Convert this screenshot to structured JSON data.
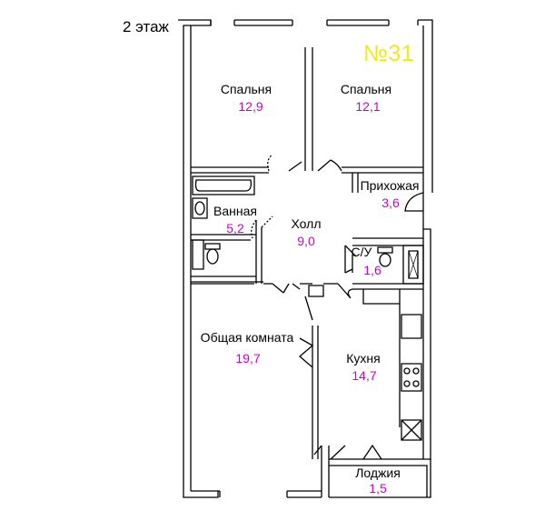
{
  "floor_label": "2 этаж",
  "apartment_number": "№31",
  "accent_color": "#cc00cc",
  "number_color": "#f0ea1a",
  "rooms": [
    {
      "name": "Спальня",
      "area": "12,9"
    },
    {
      "name": "Спальня",
      "area": "12,1"
    },
    {
      "name": "Прихожая",
      "area": "3,6"
    },
    {
      "name": "Ванная",
      "area": "5,2"
    },
    {
      "name": "Холл",
      "area": "9,0"
    },
    {
      "name": "С/У",
      "area": "1,6"
    },
    {
      "name": "Общая комната",
      "area": "19,7"
    },
    {
      "name": "Кухня",
      "area": "14,7"
    },
    {
      "name": "Лоджия",
      "area": "1,5"
    }
  ]
}
